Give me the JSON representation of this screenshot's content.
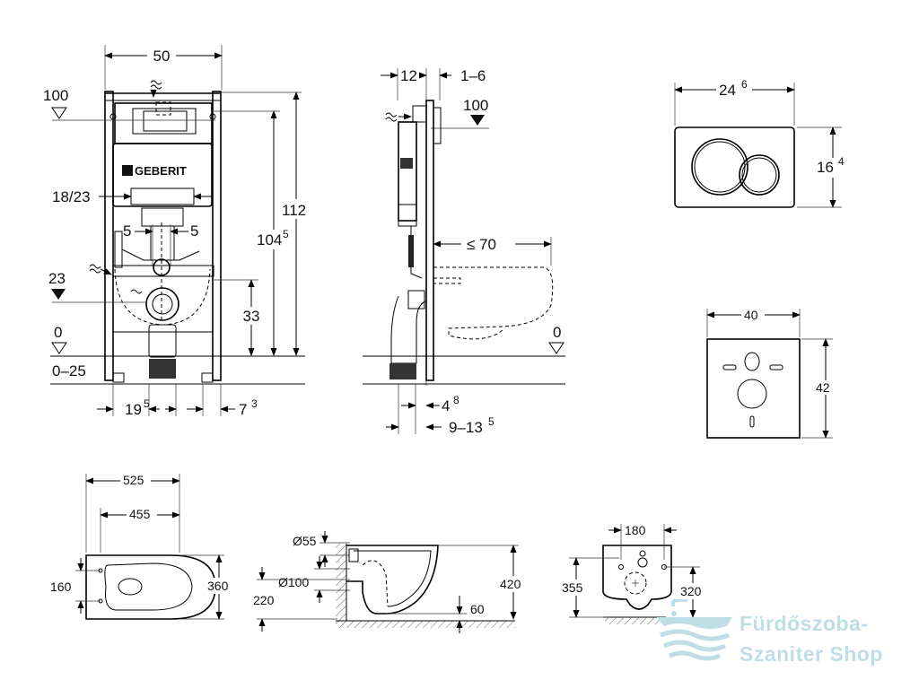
{
  "frame_front": {
    "width": "50",
    "top_level": "100",
    "opening": "18/23",
    "offset_left": "5",
    "offset_right": "5",
    "level_23": "23",
    "height_33": "33",
    "floor": "0",
    "floor_range": "0–25",
    "height_1045_main": "104",
    "height_1045_sup": "5",
    "height_112": "112",
    "bottom_195_main": "19",
    "bottom_195_sup": "5",
    "bottom_73_main": "7",
    "bottom_73_sup": "3",
    "brand_logo": "GEBERIT"
  },
  "frame_side": {
    "depth_12": "12",
    "depth_range": "1–6",
    "level_100": "100",
    "bowl_projection": "≤ 70",
    "floor": "0",
    "bottom_48_main": "4",
    "bottom_48_sup": "8",
    "bottom_range_main": "9–13",
    "bottom_range_sup": "5"
  },
  "flush_plate": {
    "width_main": "24",
    "width_sup": "6",
    "height_main": "16",
    "height_sup": "4"
  },
  "sound_mat": {
    "width": "40",
    "height": "42"
  },
  "bowl_top": {
    "length_total": "525",
    "length_inner": "455",
    "fixing_spacing": "160",
    "width": "360"
  },
  "bowl_side": {
    "outlet_55": "Ø55",
    "outlet_100": "Ø100",
    "height_220": "220",
    "height_420": "420",
    "clearance_60": "60"
  },
  "bowl_rear": {
    "fixing_spacing": "180",
    "height_355": "355",
    "height_320": "320"
  },
  "watermark": {
    "line1": "Fürdőszoba-",
    "line2": "Szaniter Shop"
  }
}
